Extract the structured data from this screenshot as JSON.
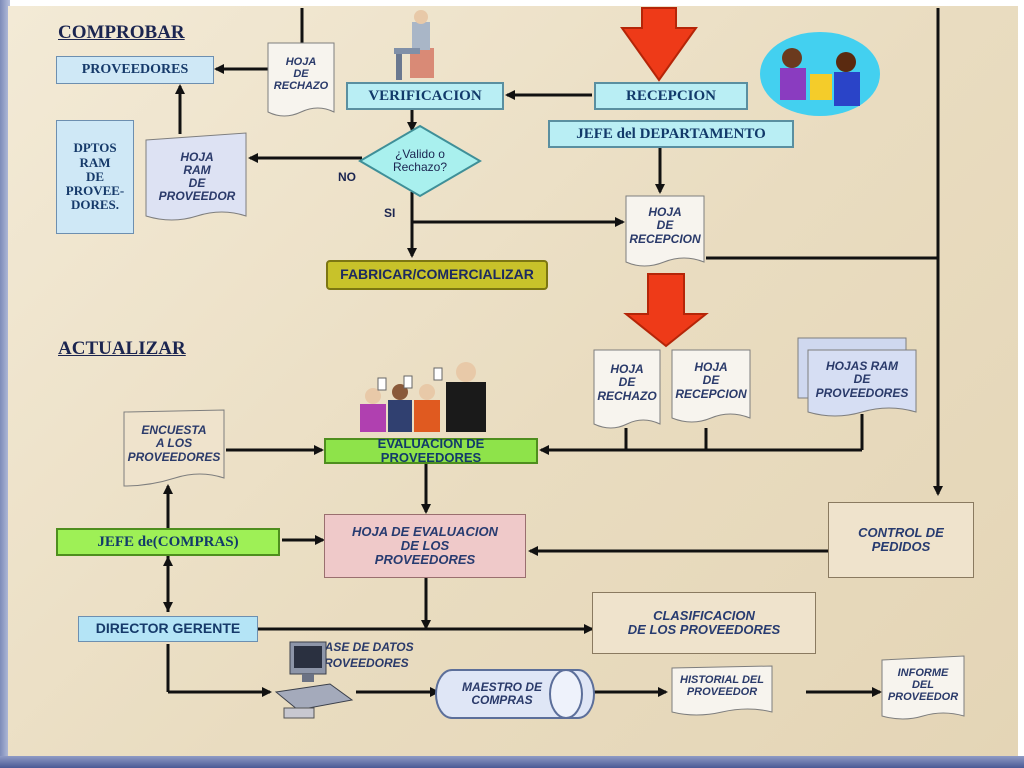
{
  "sections": {
    "comprobar": "COMPROBAR",
    "actualizar": "ACTUALIZAR"
  },
  "nodes": {
    "proveedores": "PROVEEDORES",
    "hoja_rechazo_top": "HOJA\nDE\nRECHAZO",
    "verificacion": "VERIFICACION",
    "recepcion": "RECEPCION",
    "jefe_departamento": "JEFE del DEPARTAMENTO",
    "dptos_ram": "DPTOS\nRAM\nDE\nPROVEE-\nDORES.",
    "hoja_ram_proveedor": "HOJA\nRAM\nDE\nPROVEEDOR",
    "decision": "¿Valido o\nRechazo?",
    "no": "NO",
    "si": "SI",
    "hoja_recepcion_top": "HOJA\nDE\nRECEPCION",
    "fabricar": "FABRICAR/COMERCIALIZAR",
    "hoja_rechazo_mid": "HOJA\nDE\nRECHAZO",
    "hoja_recepcion_mid": "HOJA\nDE\nRECEPCION",
    "hojas_ram": "HOJAS RAM\nDE\nPROVEEDORES",
    "encuesta": "ENCUESTA\nA LOS\nPROVEEDORES",
    "evaluacion": "EVALUACION DE PROVEEDORES",
    "jefe_compras": "JEFE de(COMPRAS)",
    "hoja_evaluacion": "HOJA DE EVALUACION\nDE LOS\nPROVEEDORES",
    "control_pedidos": "CONTROL DE\nPEDIDOS",
    "director_gerente": "DIRECTOR GERENTE",
    "clasificacion": "CLASIFICACION\nDE LOS PROVEEDORES",
    "base_datos": "BASE DE DATOS\nPROVEEDORES",
    "maestro_compras": "MAESTRO DE\nCOMPRAS",
    "historial": "HISTORIAL DEL\nPROVEEDOR",
    "informe": "INFORME\nDEL\nPROVEEDOR"
  },
  "colors": {
    "cyan_box": "#b9eef4",
    "green_box": "#8ee34a",
    "olive_box": "#c8c22a",
    "red_arrow": "#ee3a18",
    "document": "#f7f4ee"
  },
  "icons": [
    "seated-person-icon",
    "meeting-people-icon",
    "voting-people-icon",
    "computer-icon"
  ]
}
